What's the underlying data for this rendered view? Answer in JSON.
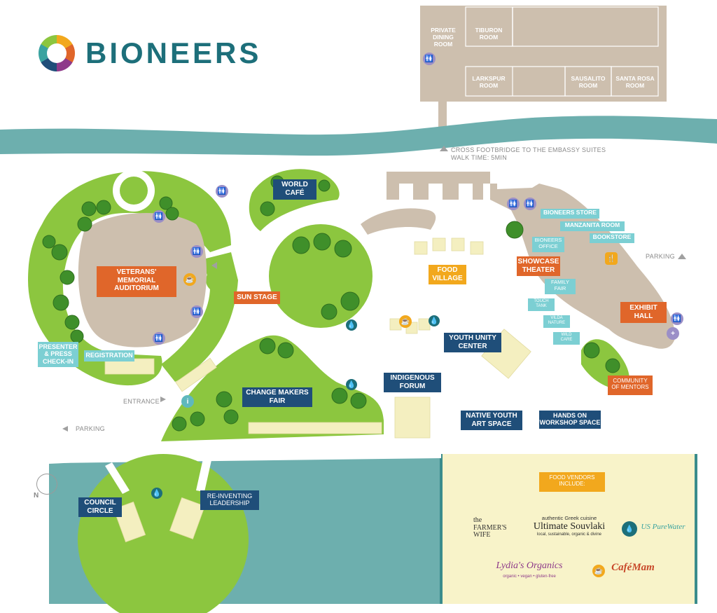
{
  "brand": {
    "name": "BIONEERS"
  },
  "rooms": {
    "private_dining": "PRIVATE\nDINING\nROOM",
    "tiburon": "TIBURON\nROOM",
    "larkspur": "LARKSPUR\nROOM",
    "sausalito": "SAUSALITO\nROOM",
    "santa_rosa": "SANTA ROSA\nROOM"
  },
  "notes": {
    "footbridge": "CROSS FOOTBRIDGE TO THE EMBASSY SUITES",
    "walk_time": "WALK TIME: 5MIN",
    "entrance": "ENTRANCE",
    "parking_left": "PARKING",
    "parking_right": "PARKING"
  },
  "venues": {
    "veterans": "VETERANS'\nMEMORIAL\nAUDITORIUM",
    "world_cafe": "WORLD\nCAFÉ",
    "sun_stage": "SUN STAGE",
    "food_village": "FOOD\nVILLAGE",
    "showcase": "SHOWCASE\nTHEATER",
    "exhibit_hall": "EXHIBIT\nHALL",
    "youth_unity": "YOUTH UNITY\nCENTER",
    "indigenous": "INDIGENOUS\nFORUM",
    "change_makers": "CHANGE MAKERS\nFAIR",
    "native_youth": "NATIVE YOUTH\nART SPACE",
    "hands_on": "HANDS ON\nWORKSHOP SPACE",
    "presenter": "PRESENTER\n& PRESS\nCHECK-IN",
    "registration": "REGISTRATION",
    "council": "COUNCIL\nCIRCLE",
    "reinventing": "RE-INVENTING\nLEADERSHIP",
    "community_mentors": "COMMUNITY\nOF MENTORS",
    "bioneers_store": "BIONEERS STORE",
    "manzanita": "MANZANITA ROOM",
    "bookstore": "BOOKSTORE",
    "bioneers_office": "BIONEERS\nOFFICE",
    "family_fair": "FAMILY\nFAIR",
    "touch_tank": "TOUCH\nTANK",
    "vilda_nature": "VILDA\nNATURE",
    "wild_care": "WILD\nCARE"
  },
  "vendors": {
    "header": "FOOD VENDORS\nINCLUDE:",
    "farmers_wife": "the\nFARMER'S\nWIFE",
    "souvlaki_tag": "authentic Greek cuisine",
    "souvlaki": "Ultimate Souvlaki",
    "souvlaki_sub": "local, sustainable, organic & divine",
    "pure_water": "US PureWater",
    "lydias": "Lydia's Organics",
    "lydias_sub": "organic • vegan • gluten-free",
    "cafe_mam": "CaféMam"
  },
  "compass": {
    "north": "N"
  },
  "icons": {
    "restroom": "restroom-icon",
    "coffee": "coffee-icon",
    "water": "water-drop-icon",
    "info": "info-icon",
    "first_aid": "first-aid-icon",
    "food": "food-icon"
  },
  "colors": {
    "grass": "#8cc63f",
    "water": "#6dafae",
    "building": "#cdbfae",
    "navy": "#1f4e79",
    "orange": "#e0662a",
    "gold": "#f2a81d",
    "teal": "#7ccfd3",
    "cream": "#f8f3c9",
    "tree": "#3f8f2a"
  }
}
